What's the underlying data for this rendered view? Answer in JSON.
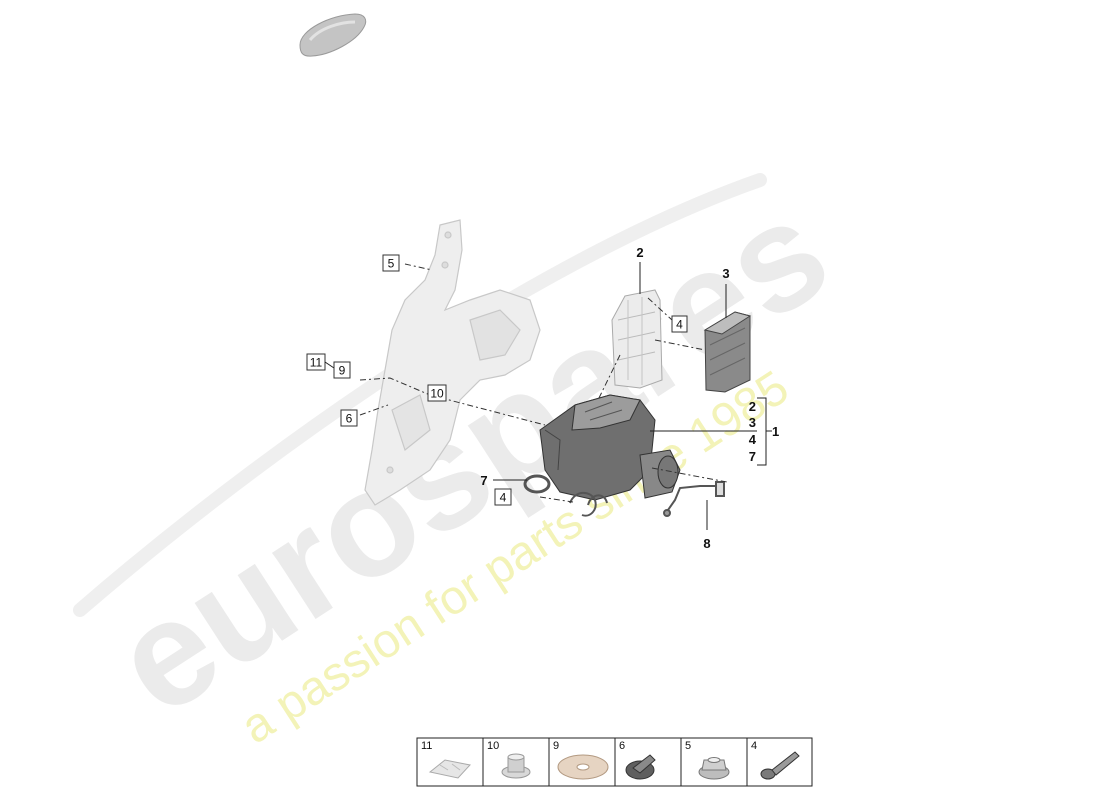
{
  "watermark": {
    "brand": "eurospares",
    "tagline": "a passion for parts since 1985"
  },
  "callouts": {
    "main_part": "1",
    "bracket_items": [
      "2",
      "3",
      "4",
      "7"
    ],
    "top_2": "2",
    "top_3": "3",
    "box_4_upper": "4",
    "box_5": "5",
    "box_11": "11",
    "box_9": "9",
    "box_10": "10",
    "box_6": "6",
    "label_7": "7",
    "box_4_lower": "4",
    "label_8": "8"
  },
  "legend": [
    {
      "num": "11",
      "icon": "clip-icon"
    },
    {
      "num": "10",
      "icon": "grommet-icon"
    },
    {
      "num": "9",
      "icon": "washer-icon"
    },
    {
      "num": "6",
      "icon": "flange-bolt-icon"
    },
    {
      "num": "5",
      "icon": "flange-nut-icon"
    },
    {
      "num": "4",
      "icon": "bolt-icon"
    }
  ]
}
